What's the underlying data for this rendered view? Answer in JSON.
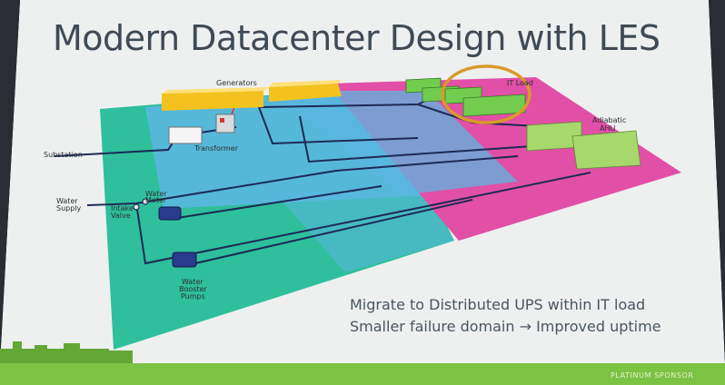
{
  "slide": {
    "title": "Modern Datacenter Design with LES",
    "labels": {
      "generators": "Generators",
      "it_load": "IT Load",
      "adiabatic_1": "Adiabatic",
      "adiabatic_2": "AHU",
      "substation": "Substation",
      "transformer": "Transformer",
      "water_supply_1": "Water",
      "water_supply_2": "Supply",
      "water_meter_1": "Water",
      "water_meter_2": "Meter",
      "intake_valve_1": "Intake",
      "intake_valve_2": "Valve",
      "booster_1": "Water",
      "booster_2": "Booster",
      "booster_3": "Pumps"
    },
    "message_line_1": "Migrate to Distributed UPS within IT load",
    "message_line_2": "Smaller failure domain → Improved uptime",
    "footer": "PLATINUM SPONSOR"
  },
  "colors": {
    "teal_zone": "#2fbf9c",
    "blue_zone": "#5bb7e0",
    "pink_zone": "#e24fa6",
    "yellow_equipment": "#f4c21f",
    "green_equipment": "#72cc4e",
    "highlight_ring": "#d99a2a",
    "footer_bar": "#7cc243"
  }
}
